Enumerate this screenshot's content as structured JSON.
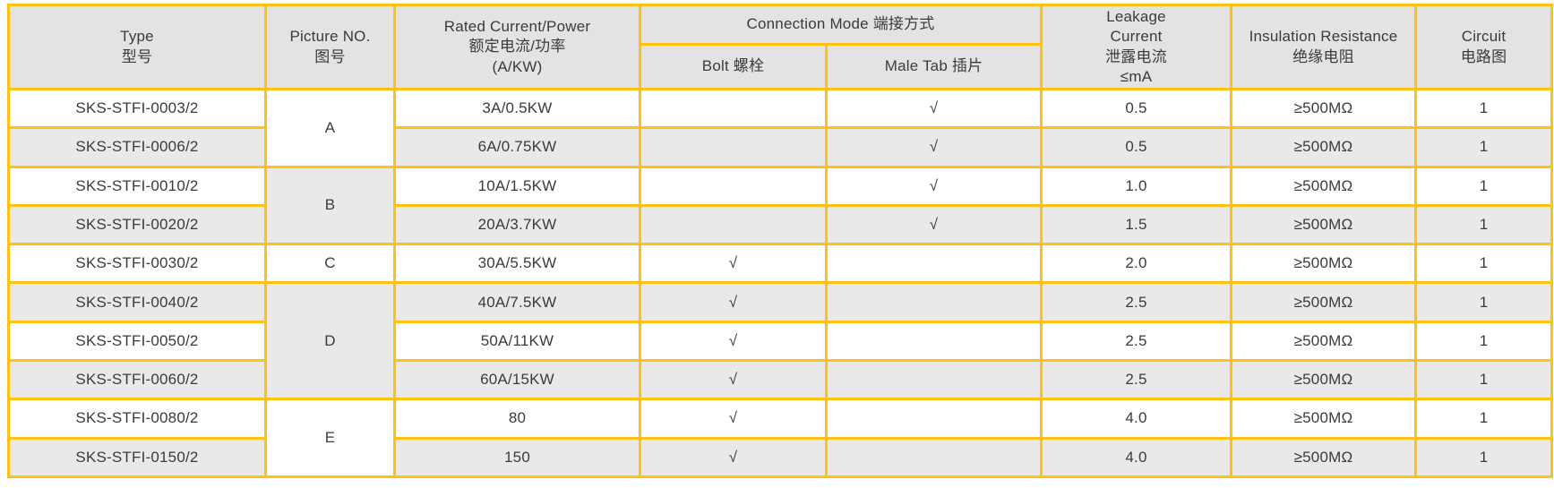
{
  "colors": {
    "grid_border": "#ffc20e",
    "header_bg": "#e3e3e3",
    "row_alt_bg": "#e9e9e9",
    "row_bg": "#ffffff",
    "text": "#3b3b3b"
  },
  "table": {
    "header": {
      "type": [
        "Type",
        "型号"
      ],
      "picture": [
        "Picture NO.",
        "图号"
      ],
      "rated": [
        "Rated Current/Power",
        "额定电流/功率",
        "(A/KW)"
      ],
      "connection": "Connection Mode 端接方式",
      "bolt": "Bolt 螺栓",
      "male_tab": "Male Tab 插片",
      "leakage": [
        "Leakage",
        "Current",
        "泄露电流",
        "≤mA"
      ],
      "insulation": [
        "Insulation Resistance",
        "绝缘电阻"
      ],
      "circuit": [
        "Circuit",
        "电路图"
      ]
    },
    "picture_groups": [
      {
        "label": "A",
        "rowspan": 2
      },
      {
        "label": "B",
        "rowspan": 2
      },
      {
        "label": "C",
        "rowspan": 1
      },
      {
        "label": "D",
        "rowspan": 3
      },
      {
        "label": "E",
        "rowspan": 2
      }
    ],
    "check_mark": "√",
    "rows": [
      {
        "type": "SKS-STFI-0003/2",
        "rated": "3A/0.5KW",
        "bolt": "",
        "male_tab": "√",
        "leakage": "0.5",
        "insulation": "≥500MΩ",
        "circuit": "1"
      },
      {
        "type": "SKS-STFI-0006/2",
        "rated": "6A/0.75KW",
        "bolt": "",
        "male_tab": "√",
        "leakage": "0.5",
        "insulation": "≥500MΩ",
        "circuit": "1"
      },
      {
        "type": "SKS-STFI-0010/2",
        "rated": "10A/1.5KW",
        "bolt": "",
        "male_tab": "√",
        "leakage": "1.0",
        "insulation": "≥500MΩ",
        "circuit": "1"
      },
      {
        "type": "SKS-STFI-0020/2",
        "rated": "20A/3.7KW",
        "bolt": "",
        "male_tab": "√",
        "leakage": "1.5",
        "insulation": "≥500MΩ",
        "circuit": "1"
      },
      {
        "type": "SKS-STFI-0030/2",
        "rated": "30A/5.5KW",
        "bolt": "√",
        "male_tab": "",
        "leakage": "2.0",
        "insulation": "≥500MΩ",
        "circuit": "1"
      },
      {
        "type": "SKS-STFI-0040/2",
        "rated": "40A/7.5KW",
        "bolt": "√",
        "male_tab": "",
        "leakage": "2.5",
        "insulation": "≥500MΩ",
        "circuit": "1"
      },
      {
        "type": "SKS-STFI-0050/2",
        "rated": "50A/11KW",
        "bolt": "√",
        "male_tab": "",
        "leakage": "2.5",
        "insulation": "≥500MΩ",
        "circuit": "1"
      },
      {
        "type": "SKS-STFI-0060/2",
        "rated": "60A/15KW",
        "bolt": "√",
        "male_tab": "",
        "leakage": "2.5",
        "insulation": "≥500MΩ",
        "circuit": "1"
      },
      {
        "type": "SKS-STFI-0080/2",
        "rated": "80",
        "bolt": "√",
        "male_tab": "",
        "leakage": "4.0",
        "insulation": "≥500MΩ",
        "circuit": "1"
      },
      {
        "type": "SKS-STFI-0150/2",
        "rated": "150",
        "bolt": "√",
        "male_tab": "",
        "leakage": "4.0",
        "insulation": "≥500MΩ",
        "circuit": "1"
      }
    ]
  }
}
